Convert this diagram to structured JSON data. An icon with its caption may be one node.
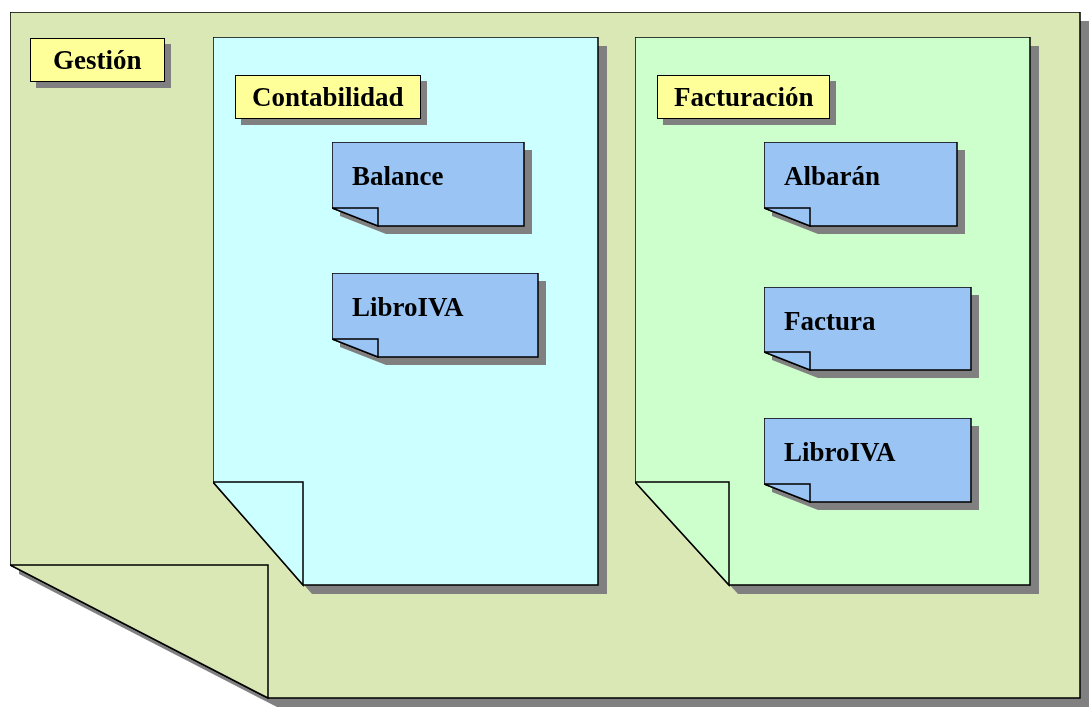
{
  "diagram": {
    "nodes": [
      {
        "text": [
          "Gestión"
        ]
      },
      {
        "text": [
          "Contabilidad"
        ],
        "in": 0
      },
      {
        "text": [
          "Balance"
        ],
        "in": 1
      },
      {
        "text": [
          "LibroIVA"
        ],
        "in": 1
      },
      {
        "text": [
          "Facturación"
        ],
        "in": 0
      },
      {
        "text": [
          "Albarán"
        ],
        "in": 4
      },
      {
        "text": [
          "Factura"
        ],
        "in": 4
      },
      {
        "text": [
          "LibroIVA"
        ],
        "in": 4
      }
    ]
  }
}
